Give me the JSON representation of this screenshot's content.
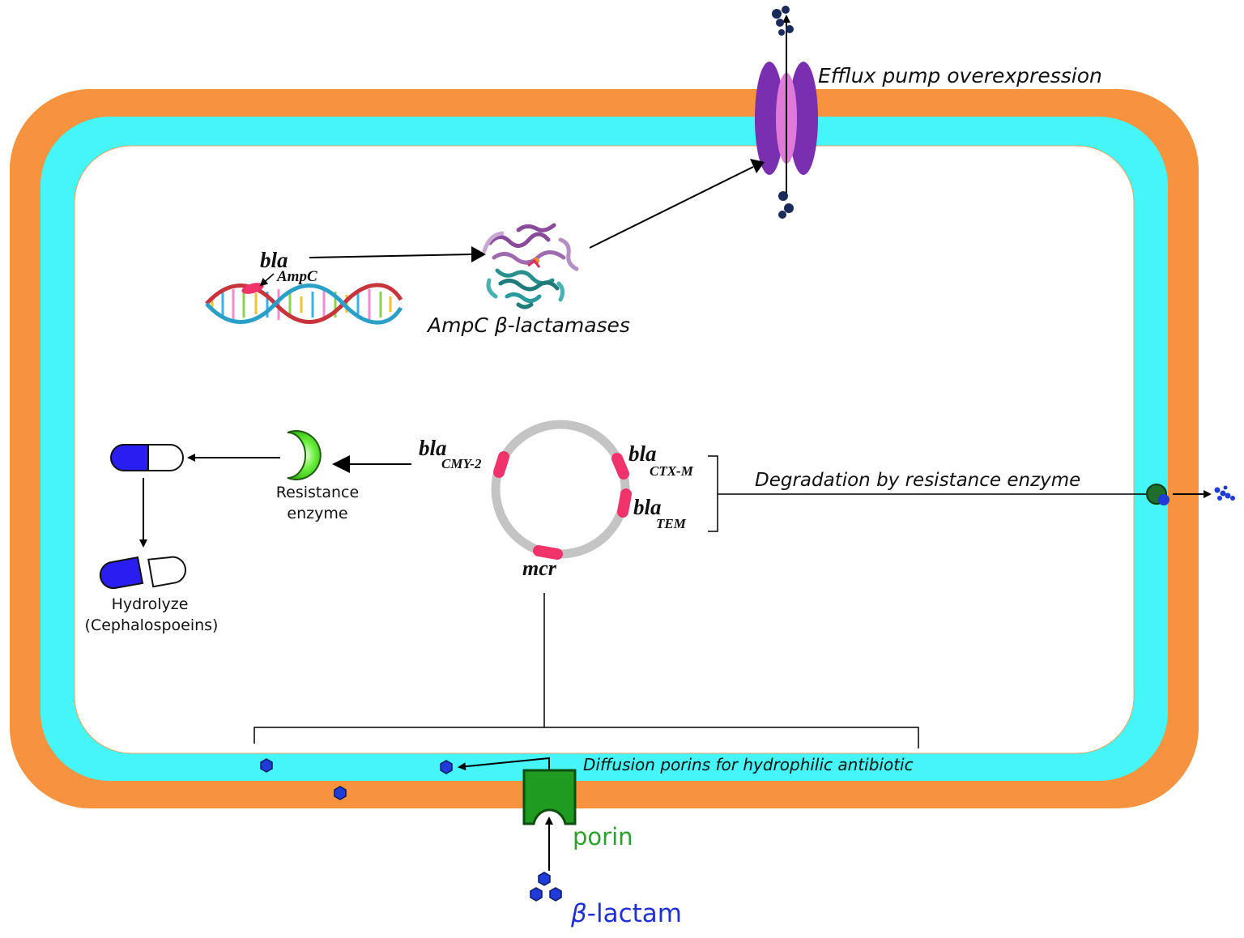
{
  "labels": {
    "efflux": "Efflux pump overexpression",
    "bla": "bla",
    "ampc_sub": "AmpC",
    "ampc_enzyme": "AmpC β-lactamases",
    "bla_cmy": "bla",
    "cmy_sub": "CMY-2",
    "bla_ctx": "bla",
    "ctx_sub": "CTX-M",
    "bla_tem": "bla",
    "tem_sub": "TEM",
    "mcr": "mcr",
    "degradation": "Degradation by resistance enzyme",
    "resistance_enzyme_1": "Resistance",
    "resistance_enzyme_2": "enzyme",
    "hydrolyze_1": "Hydrolyze",
    "hydrolyze_2": "(Cephalospoeins)",
    "diffusion": "Diffusion porins for hydrophilic antibiotic",
    "porin": "porin",
    "beta_lactam_symbol": "β",
    "beta_lactam_rest": "-lactam"
  },
  "colors": {
    "outer_membrane": "#f7923e",
    "periplasm": "#45f5f7",
    "cytoplasm": "#ffffff",
    "efflux_pump": "#7a2fb0",
    "efflux_channel": "#e07ad8",
    "porin": "#1f8c1f",
    "porin_label": "#2ca02c",
    "beta_lactam_label": "#1f2fd6",
    "plasmid": "#c4c4c4",
    "gene_marker": "#f0336a",
    "resistance_enzyme": "#4be025",
    "drug_blue": "#2a1df0",
    "molecule_dark": "#1a2a5a",
    "molecule_blue": "#1f3bd8"
  }
}
